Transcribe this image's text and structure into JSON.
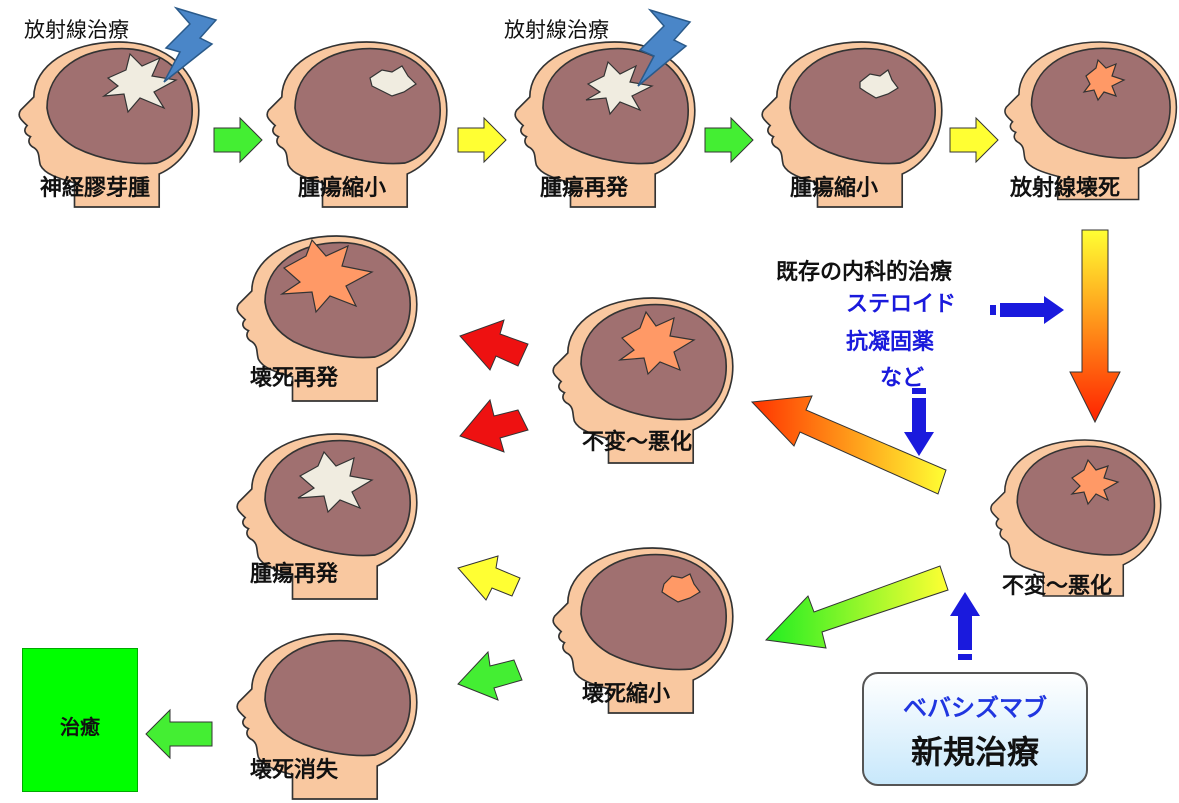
{
  "title": "",
  "radiation_labels": [
    "放射線治療",
    "放射線治療"
  ],
  "top_row": [
    "神経膠芽腫",
    "腫瘍縮小",
    "腫瘍再発",
    "腫瘍縮小",
    "放射線壊死"
  ],
  "left_column": [
    "壊死再発",
    "腫瘍再発",
    "壊死消失"
  ],
  "middle_heads": [
    "不変～悪化",
    "壊死縮小"
  ],
  "right_head": "不変～悪化",
  "existing_treatment": {
    "heading": "既存の内科的治療",
    "items": [
      "ステロイド",
      "抗凝固薬",
      "など"
    ]
  },
  "new_treatment": {
    "drug": "ベバシズマブ",
    "label": "新規治療"
  },
  "cure_box": "治癒",
  "colors": {
    "skin": "#f9c8a0",
    "brain": "#a07070",
    "tumor": "#f0ece0",
    "necrosis": "#ff9966",
    "green_arrow": "#44ee33",
    "yellow_arrow": "#ffff33",
    "red_arrow": "#ee1111",
    "blue_arrow": "#1a1add",
    "cure_box": "#00ff00",
    "bolt": "#4a86c8"
  },
  "icons": [
    "head-icon",
    "brain-icon",
    "lightning-bolt-icon",
    "arrow-icon"
  ]
}
